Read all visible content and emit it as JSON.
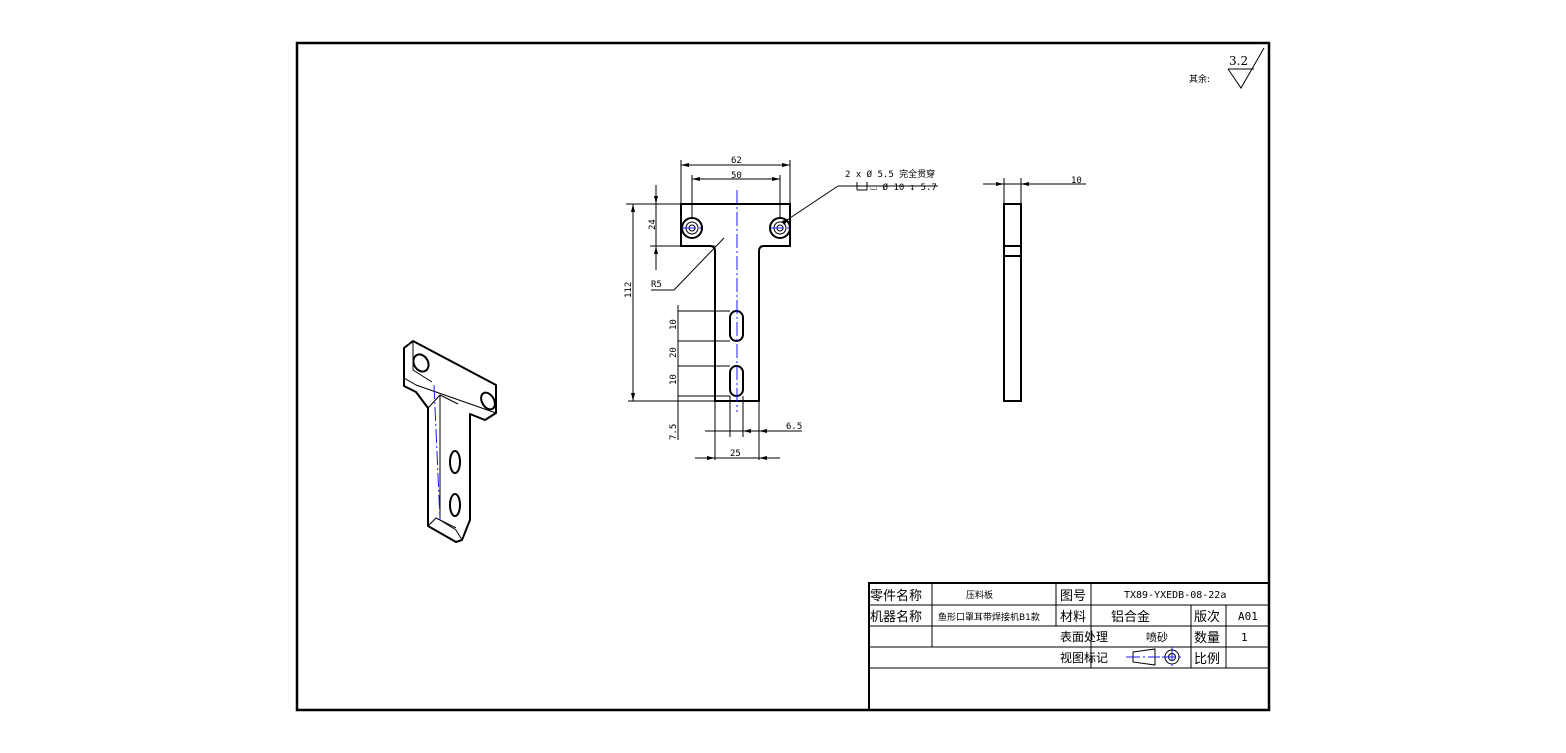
{
  "roughness": {
    "prefix": "其余:",
    "value": "3.2"
  },
  "dimensions": {
    "width_total": "62",
    "width_holes": "50",
    "top_height": "24",
    "total_height": "112",
    "fillet": "R5",
    "slot_width_1": "10",
    "slot_spacing": "20",
    "slot_width_2": "10",
    "bottom_offset": "7.5",
    "slot_edge": "6.5",
    "stem_width": "25",
    "thickness": "10"
  },
  "hole_callout": {
    "line1": "2 x  Ø 5.5 完全贯穿",
    "line2": "⌴ Ø 10  ↧ 5.7"
  },
  "title_block": {
    "part_name_label": "零件名称",
    "part_name_value": "压料板",
    "drawing_no_label": "图号",
    "drawing_no_value": "TX89-YXEDB-08-22a",
    "machine_name_label": "机器名称",
    "machine_name_value": "鱼形口罩耳带焊接机B1款",
    "material_label": "材料",
    "material_value": "铝合金",
    "version_label": "版次",
    "version_value": "A01",
    "surface_label": "表面处理",
    "surface_value": "喷砂",
    "quantity_label": "数量",
    "quantity_value": "1",
    "view_label": "视图标记",
    "scale_label": "比例",
    "scale_value": ""
  }
}
